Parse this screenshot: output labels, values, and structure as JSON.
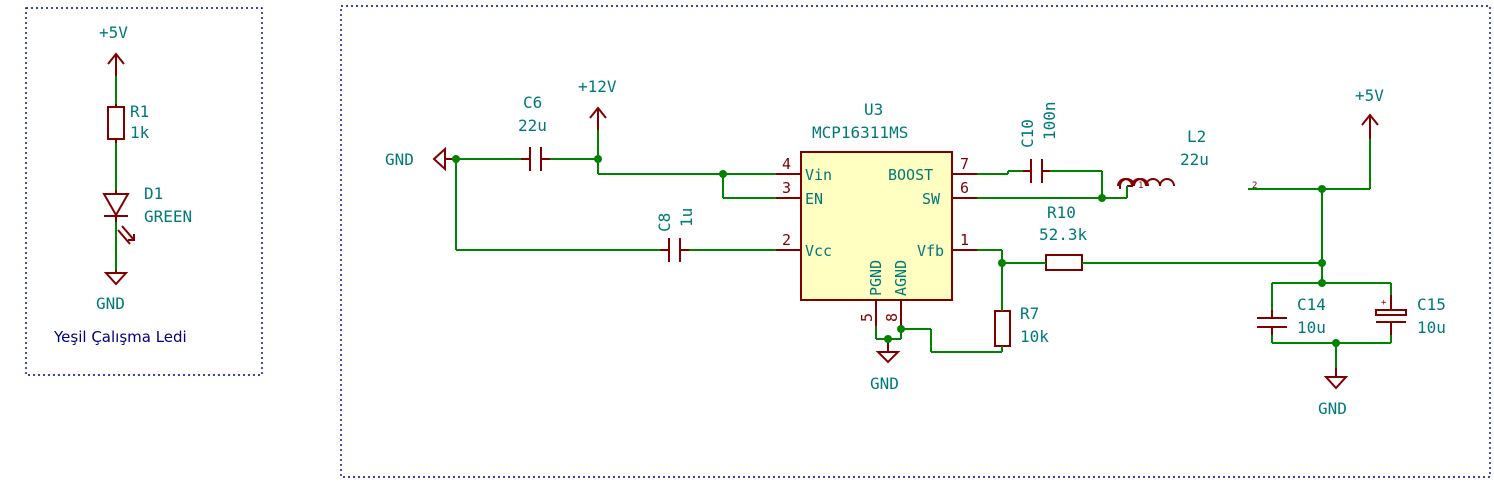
{
  "colors": {
    "wire": "#008400",
    "component": "#800000",
    "ic_fill": "#ffffc2",
    "text": "#007979",
    "note": "#000080",
    "frame": "#0000aa"
  },
  "led_block": {
    "note": "Yeşil Çalışma Ledi",
    "power_label": "+5V",
    "r1": {
      "ref": "R1",
      "value": "1k"
    },
    "d1": {
      "ref": "D1",
      "value": "GREEN"
    },
    "gnd_label": "GND"
  },
  "regulator_block": {
    "u3": {
      "ref": "U3",
      "value": "MCP16311MS",
      "pins": {
        "vin": {
          "num": "4",
          "name": "Vin"
        },
        "en": {
          "num": "3",
          "name": "EN"
        },
        "vcc": {
          "num": "2",
          "name": "Vcc"
        },
        "boost": {
          "num": "7",
          "name": "BOOST"
        },
        "sw": {
          "num": "6",
          "name": "SW"
        },
        "vfb": {
          "num": "1",
          "name": "Vfb"
        },
        "pgnd": {
          "num": "5",
          "name": "PGND"
        },
        "agnd": {
          "num": "8",
          "name": "AGND"
        }
      }
    },
    "c6": {
      "ref": "C6",
      "value": "22u"
    },
    "c8": {
      "ref": "C8",
      "value": "1u"
    },
    "c10": {
      "ref": "C10",
      "value": "100n"
    },
    "l2": {
      "ref": "L2",
      "value": "22u",
      "pin1": "1",
      "pin2": "2"
    },
    "r10": {
      "ref": "R10",
      "value": "52.3k"
    },
    "r7": {
      "ref": "R7",
      "value": "10k"
    },
    "c14": {
      "ref": "C14",
      "value": "10u"
    },
    "c15": {
      "ref": "C15",
      "value": "10u",
      "polarity": "+"
    },
    "plus12v_label": "+12V",
    "plus5v_label": "+5V",
    "gnd_left_label": "GND",
    "gnd_u3_label": "GND",
    "gnd_out_label": "GND"
  }
}
